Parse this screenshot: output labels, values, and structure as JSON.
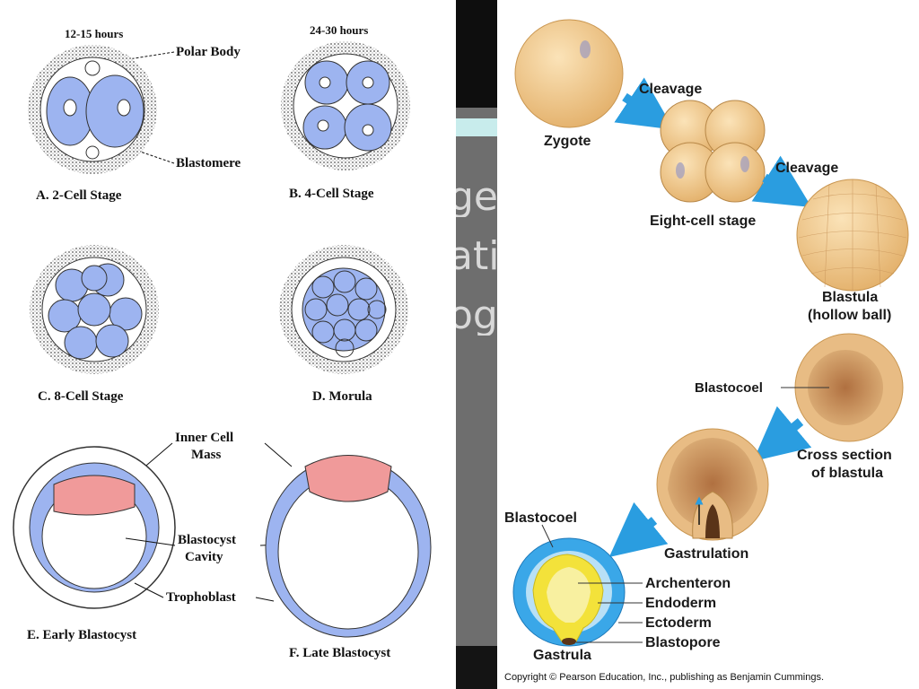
{
  "slide": {
    "fragments": [
      "ge",
      "atio",
      "og"
    ]
  },
  "left": {
    "time_a": "12-15 hours",
    "time_b": "24-30 hours",
    "polar_body": "Polar Body",
    "blastomere": "Blastomere",
    "stage_a": "A. 2-Cell Stage",
    "stage_b": "B. 4-Cell Stage",
    "stage_c": "C. 8-Cell Stage",
    "stage_d": "D. Morula",
    "inner_cell_mass_1": "Inner Cell",
    "inner_cell_mass_2": "Mass",
    "blastocyst_cavity_1": "Blastocyst",
    "blastocyst_cavity_2": "Cavity",
    "trophoblast": "Trophoblast",
    "stage_e": "E. Early Blastocyst",
    "stage_f": "F. Late Blastocyst",
    "colors": {
      "cell": "#9db4f0",
      "inner": "#f09a9a",
      "zona": "#cfcfcf"
    }
  },
  "right": {
    "zygote": "Zygote",
    "cleavage_1": "Cleavage",
    "eight_cell": "Eight-cell stage",
    "cleavage_2": "Cleavage",
    "blastula": "Blastula",
    "hollow_ball": "(hollow ball)",
    "blastocoel_1": "Blastocoel",
    "cross_section_1": "Cross section",
    "cross_section_2": "of blastula",
    "gastrulation": "Gastrulation",
    "blastocoel_2": "Blastocoel",
    "archenteron": "Archenteron",
    "endoderm": "Endoderm",
    "ectoderm": "Ectoderm",
    "blastopore": "Blastopore",
    "gastrula": "Gastrula",
    "copyright": "Copyright © Pearson Education, Inc., publishing as Benjamin Cummings.",
    "colors": {
      "arrow": "#2a9de0",
      "cell": "#f0c890",
      "ectoderm": "#3aa7e8",
      "endoderm": "#f3e23a"
    }
  }
}
